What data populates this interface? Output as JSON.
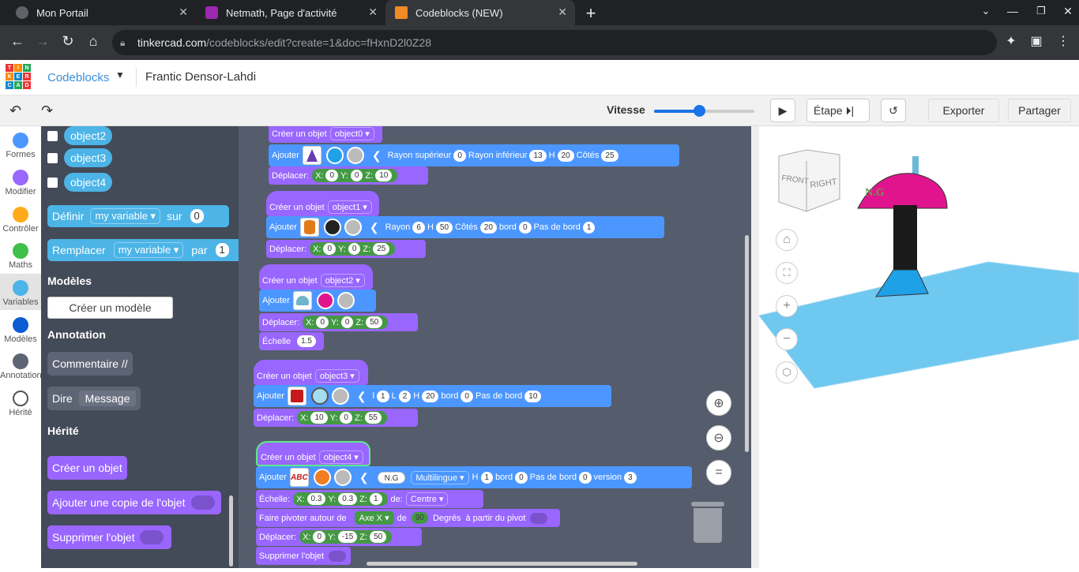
{
  "tabs": [
    {
      "title": "Mon Portail",
      "favicon_color": "#5f6368"
    },
    {
      "title": "Netmath, Page d'activité",
      "favicon_color": "#9c27b0"
    },
    {
      "title": "Codeblocks (NEW)",
      "favicon_color": "#f28b25"
    }
  ],
  "url": {
    "host": "tinkercad.com",
    "path": "/codeblocks/edit?create=1&doc=fHxnD2l0Z28"
  },
  "app": {
    "logo_letters": [
      "T",
      "I",
      "N",
      "K",
      "E",
      "R",
      "C",
      "A",
      "D"
    ],
    "product": "Codeblocks",
    "doc_title": "Frantic Densor-Lahdi"
  },
  "toolbar": {
    "speed_label": "Vitesse",
    "speed_value": 0.45,
    "step_label": "Étape",
    "export_label": "Exporter",
    "share_label": "Partager"
  },
  "categories": [
    {
      "label": "Formes",
      "color": "#4c97ff"
    },
    {
      "label": "Modifier",
      "color": "#9966ff"
    },
    {
      "label": "Contrôler",
      "color": "#ffab19"
    },
    {
      "label": "Maths",
      "color": "#40bf4a"
    },
    {
      "label": "Variables",
      "color": "#4cb4e7"
    },
    {
      "label": "Modèles",
      "color": "#0b5cd5"
    },
    {
      "label": "Annotation",
      "color": "#5d6473"
    },
    {
      "label": "Hérité",
      "color": "#ffffff"
    }
  ],
  "flyout": {
    "vars": [
      "object2",
      "object3",
      "object4"
    ],
    "define_label": "Définir",
    "define_var": "my variable",
    "define_on": "sur",
    "define_val": "0",
    "replace_label": "Remplacer",
    "replace_var": "my variable",
    "replace_by": "par",
    "replace_val": "1",
    "models_head": "Modèles",
    "create_model": "Créer un modèle",
    "annotation_head": "Annotation",
    "comment": "Commentaire //",
    "say": "Dire",
    "say_msg": "Message",
    "legacy_head": "Hérité",
    "create_obj": "Créer un objet",
    "add_copy": "Ajouter une copie de l'objet",
    "delete_obj": "Supprimer l'objet"
  },
  "ws": {
    "create": "Créer un objet",
    "add": "Ajouter",
    "move": "Déplacer:",
    "scale": "Échelle",
    "scale2": "Échelle:",
    "o0": {
      "name": "object0",
      "r_top": "Rayon supérieur",
      "rt": "0",
      "r_bot": "Rayon inférieur",
      "rb": "13",
      "h": "H",
      "hv": "20",
      "sides": "Côtés",
      "sv": "25",
      "x": "0",
      "y": "0",
      "z": "10",
      "color": "#1fa1e8"
    },
    "o1": {
      "name": "object1",
      "rayon": "Rayon",
      "rv": "6",
      "h": "H",
      "hv": "50",
      "sides": "Côtés",
      "sv": "20",
      "edge": "bord",
      "ev": "0",
      "step": "Pas de bord",
      "stv": "1",
      "x": "0",
      "y": "0",
      "z": "25",
      "color": "#222222"
    },
    "o2": {
      "name": "object2",
      "x": "0",
      "y": "0",
      "z": "50",
      "scale": "1.5",
      "color": "#e0158e"
    },
    "o3": {
      "name": "object3",
      "l_label": "l",
      "lv": "1",
      "L_label": "L",
      "Lv": "2",
      "h": "H",
      "hv": "20",
      "edge": "bord",
      "ev": "0",
      "step": "Pas de bord",
      "stv": "10",
      "x": "10",
      "y": "0",
      "z": "55",
      "color": "#a5dcef"
    },
    "o4": {
      "name": "object4",
      "text": "N.G",
      "font": "Multilingue",
      "h": "H",
      "hv": "1",
      "edge": "bord",
      "ev": "0",
      "step": "Pas de bord",
      "stv": "0",
      "version": "version",
      "vv": "3",
      "sx": "0.3",
      "sy": "0.3",
      "sz": "1",
      "de": "de:",
      "center": "Centre",
      "rotate": "Faire pivoter autour de",
      "axis": "Axe X",
      "rot_de": "de",
      "deg": "90",
      "deg_label": "Degrés",
      "pivot": "à partir du pivot",
      "x": "0",
      "y": "-15",
      "z": "50",
      "delete": "Supprimer l'objet",
      "color": "#f07d23"
    }
  },
  "viewer": {
    "cube_front": "FRONT",
    "cube_right": "RIGHT",
    "model_text": "N.G"
  }
}
